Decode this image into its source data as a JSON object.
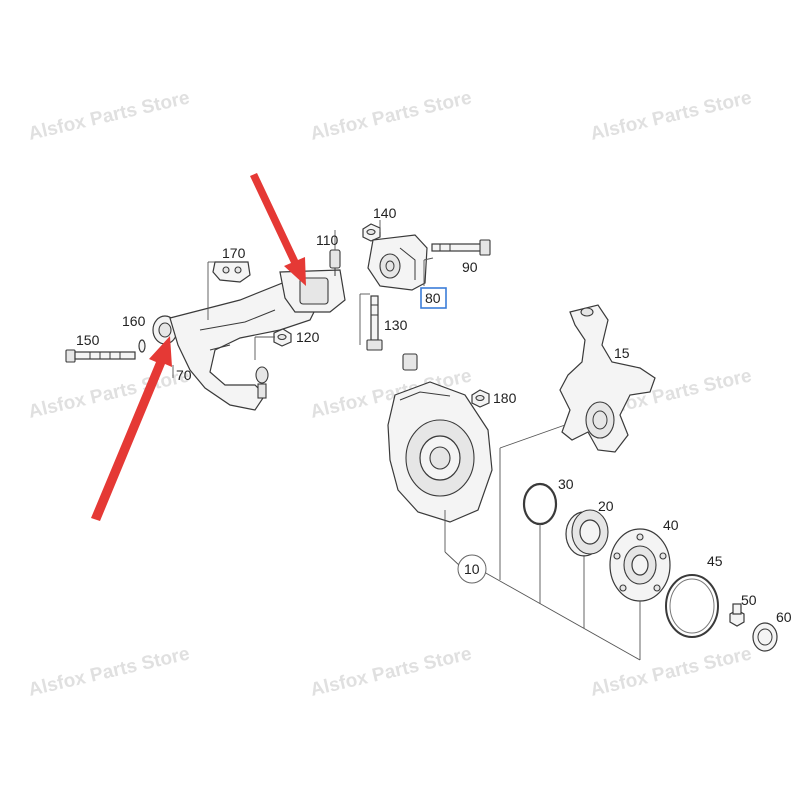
{
  "watermark": "Alsfox Parts Store",
  "highlight_color": "#3b7dd8",
  "arrow_color": "#e53935",
  "callouts": {
    "p10": "10",
    "p15": "15",
    "p20": "20",
    "p30": "30",
    "p40": "40",
    "p45": "45",
    "p50": "50",
    "p60": "60",
    "p70": "70",
    "p80": "80",
    "p90": "90",
    "p110": "110",
    "p120": "120",
    "p130": "130",
    "p140": "140",
    "p150": "150",
    "p160": "160",
    "p170": "170",
    "p180": "180"
  }
}
